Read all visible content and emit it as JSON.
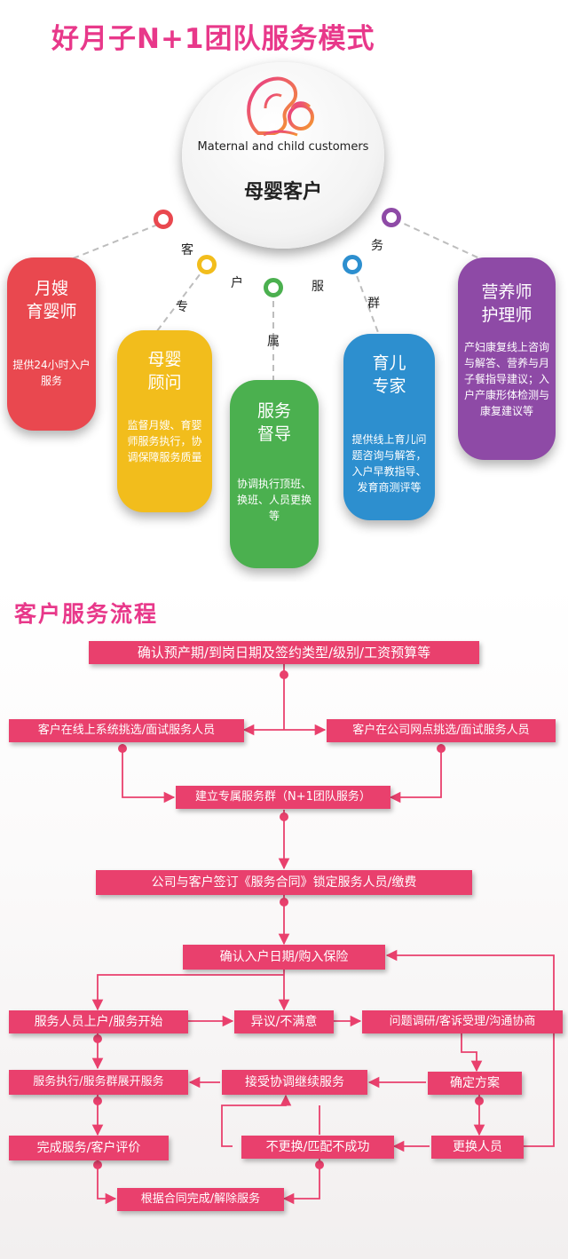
{
  "title": "好月子N+1团队服务模式",
  "hub": {
    "en": "Maternal and child customers",
    "cn": "母婴客户"
  },
  "arc_chars": [
    "客",
    "户",
    "服",
    "务",
    "专",
    "属",
    "群"
  ],
  "cards": [
    {
      "title": "月嫂\n育婴师",
      "desc": "提供24小时入户服务",
      "color": "#e9484f"
    },
    {
      "title": "母婴\n顾问",
      "desc": "监督月嫂、育婴师服务执行，协调保障服务质量",
      "color": "#f2bd1c"
    },
    {
      "title": "服务\n督导",
      "desc": "协调执行顶班、换班、人员更换等",
      "color": "#4bb04f"
    },
    {
      "title": "育儿\n专家",
      "desc": "提供线上育儿问题咨询与解答，入户早教指导、发育商测评等",
      "color": "#2d8fcf"
    },
    {
      "title": "营养师\n护理师",
      "desc": "产妇康复线上咨询与解答、营养与月子餐指导建议；入户产康形体检测与康复建议等",
      "color": "#8e4aa6"
    }
  ],
  "ring_colors": [
    "#e9484f",
    "#f2bd1c",
    "#4bb04f",
    "#2d8fcf",
    "#8e4aa6"
  ],
  "section2_title": "客户服务流程",
  "flow": {
    "confirm_due": "确认预产期/到岗日期及签约类型/级别/工资预算等",
    "online_select": "客户在线上系统挑选/面试服务人员",
    "office_select": "客户在公司网点挑选/面试服务人员",
    "group": "建立专属服务群（N+1团队服务）",
    "contract": "公司与客户签订《服务合同》锁定服务人员/缴费",
    "confirm_date": "确认入户日期/购入保险",
    "start": "服务人员上户/服务开始",
    "objection": "异议/不满意",
    "investigate": "问题调研/客诉受理/沟通协商",
    "execute": "服务执行/服务群展开服务",
    "accept": "接受协调继续服务",
    "plan": "确定方案",
    "no_change": "不更换/匹配不成功",
    "replace": "更换人员",
    "complete": "完成服务/客户评价",
    "terminate": "根据合同完成/解除服务"
  },
  "colors": {
    "accent": "#e8388a",
    "flow_box": "#e9406d",
    "flow_line": "#e9406d"
  }
}
